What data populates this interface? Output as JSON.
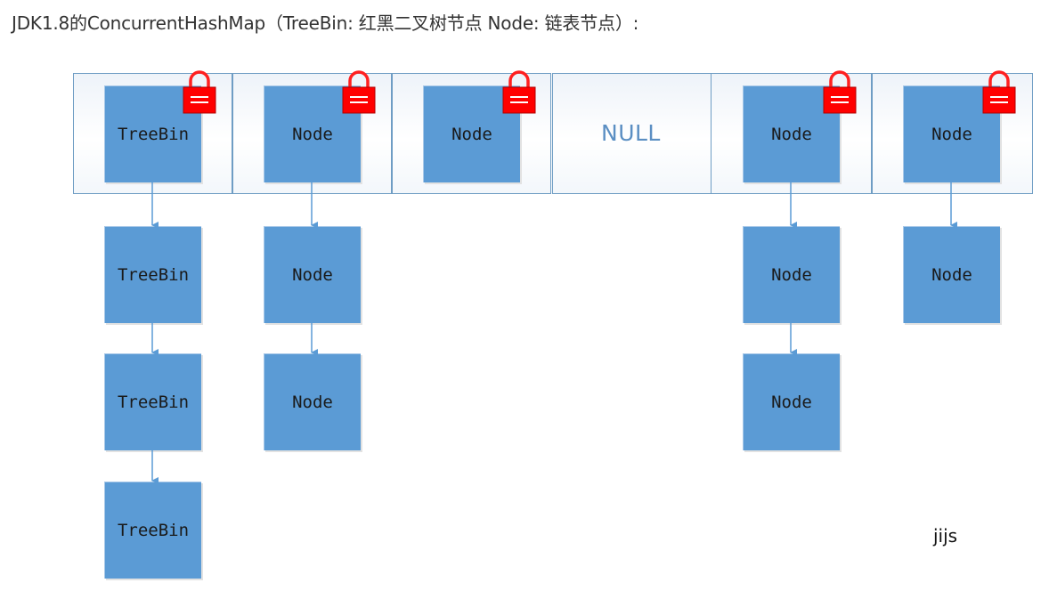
{
  "title": "JDK1.8的ConcurrentHashMap（TreeBin: 红黑二叉树节点 Node: 链表节点）:",
  "table": {
    "slots": [
      {
        "head": "TreeBin",
        "locked": true,
        "chain": [
          "TreeBin",
          "TreeBin",
          "TreeBin"
        ]
      },
      {
        "head": "Node",
        "locked": true,
        "chain": [
          "Node",
          "Node"
        ]
      },
      {
        "head": "Node",
        "locked": true,
        "chain": []
      },
      {
        "head": "NULL",
        "locked": false,
        "chain": []
      },
      {
        "head": "Node",
        "locked": true,
        "chain": [
          "Node",
          "Node"
        ]
      },
      {
        "head": "Node",
        "locked": true,
        "chain": [
          "Node"
        ]
      }
    ]
  },
  "colors": {
    "node_fill": "#5b9bd5",
    "table_border": "#6f9dc4",
    "lock_red": "#ff0000",
    "arrow": "#5b9bd5"
  },
  "icons": {
    "lock": "padlock-icon"
  },
  "watermark": "jijs"
}
